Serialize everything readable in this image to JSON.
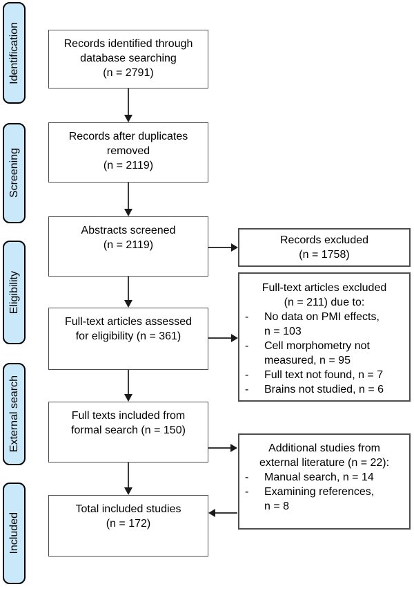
{
  "diagram": {
    "stages": [
      {
        "label": "Identification"
      },
      {
        "label": "Screening"
      },
      {
        "label": "Eligibility"
      },
      {
        "label": "External search"
      },
      {
        "label": "Included"
      }
    ],
    "bullet_char": "-",
    "main_boxes": [
      {
        "lines": [
          "Records identified through",
          "database searching",
          "(n = 2791)"
        ]
      },
      {
        "lines": [
          "Records after duplicates",
          "removed",
          "(n = 2119)"
        ]
      },
      {
        "lines": [
          "Abstracts screened",
          "(n = 2119)"
        ]
      },
      {
        "lines": [
          "Full-text articles assessed",
          "for eligibility (n = 361)"
        ]
      },
      {
        "lines": [
          "Full texts included from",
          "formal search (n = 150)"
        ]
      },
      {
        "lines": [
          "Total included studies",
          "(n = 172)"
        ]
      }
    ],
    "side_boxes": [
      {
        "lines": [
          "Records excluded",
          "(n = 1758)"
        ],
        "items": []
      },
      {
        "lines": [
          "Full-text articles excluded",
          "(n = 211) due to:"
        ],
        "items": [
          "No data on PMI effects,\nn = 103",
          "Cell morphometry not\nmeasured, n = 95",
          "Full text not found, n = 7",
          "Brains not studied, n = 6"
        ]
      },
      {
        "lines": [
          "Additional studies from",
          "external literature (n = 22):"
        ],
        "items": [
          "Manual search, n = 14",
          "Examining references,\nn = 8"
        ]
      }
    ],
    "colors": {
      "stage_fill": "#c9e8f9",
      "stage_border": "#000000",
      "box_border": "#4d4d4d",
      "arrow": "#1a1a1a",
      "text": "#000000",
      "background": "#ffffff"
    }
  }
}
